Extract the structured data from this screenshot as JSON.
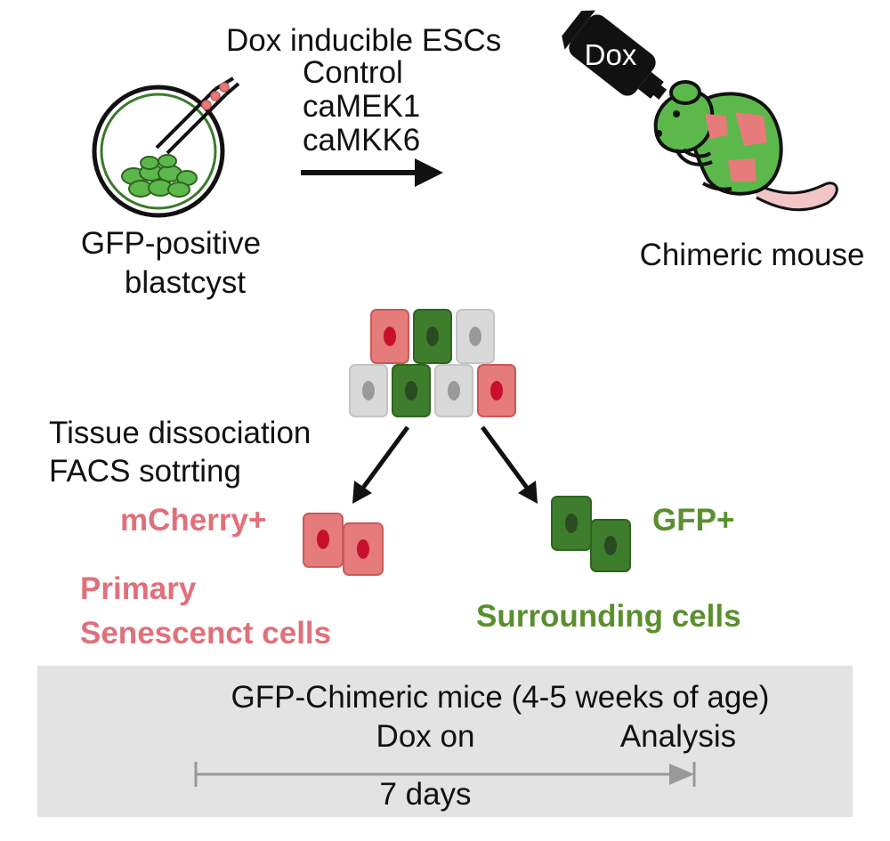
{
  "colors": {
    "red_cell": "#e57b7b",
    "red_cell_border": "#c95a5a",
    "red_nucleus": "#c8102e",
    "green_cell": "#3e7d2c",
    "green_cell_border": "#2f6420",
    "green_nucleus": "#2a4a22",
    "grey_cell": "#d9d9d9",
    "grey_nucleus": "#9a9a9a",
    "mouse_green": "#5cb84a",
    "label_red": "#e0707a",
    "label_green": "#5a8f2e",
    "panel_bg": "#e3e3e3",
    "timeline_grey": "#999999"
  },
  "top": {
    "esc_title": "Dox inducible ESCs",
    "esc_lines": [
      "Control",
      "caMEK1",
      "caMKK6"
    ],
    "blastocyst_label": [
      "GFP-positive",
      "blastcyst"
    ],
    "dox_bottle_label": "Dox",
    "mouse_label": "Chimeric mouse"
  },
  "middle": {
    "process_lines": [
      "Tissue dissociation",
      "FACS sotrting"
    ],
    "mcherry_label": "mCherry+",
    "gfp_label": "GFP+",
    "primary_label": [
      "Primary",
      "Senescenct cells"
    ],
    "surrounding_label": "Surrounding cells"
  },
  "timeline": {
    "title": "GFP-Chimeric mice (4-5 weeks of age)",
    "start_label": "Dox on",
    "end_label": "Analysis",
    "duration_label": "7 days"
  }
}
